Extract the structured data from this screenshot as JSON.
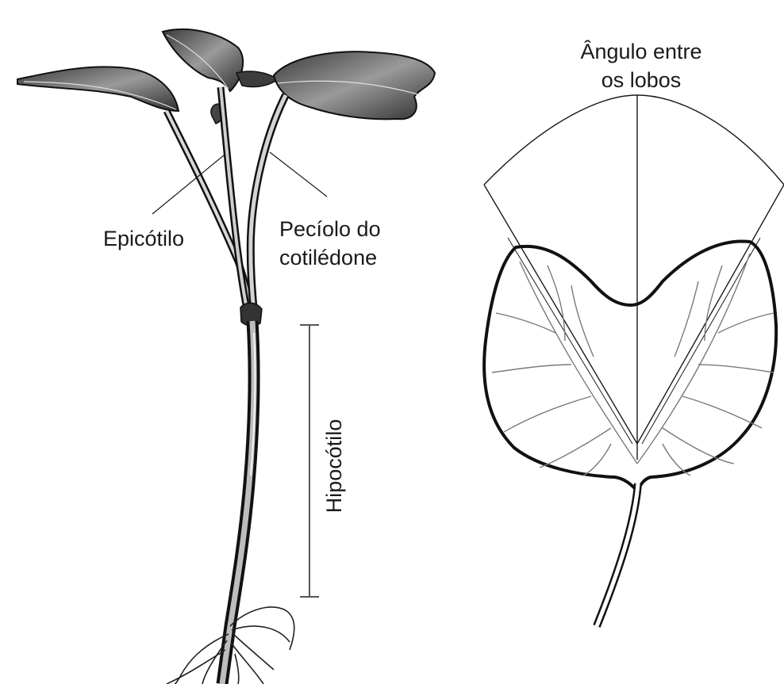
{
  "labels": {
    "epicotyl": "Epicótilo",
    "petiole_line1": "Pecíolo do",
    "petiole_line2": "cotilédone",
    "hypocotyl": "Hipocótilo",
    "angle_line1": "Ângulo entre",
    "angle_line2": "os lobos"
  },
  "colors": {
    "ink": "#1a1a1a",
    "leaf_shade": "#5a5a5a",
    "background": "#ffffff"
  }
}
